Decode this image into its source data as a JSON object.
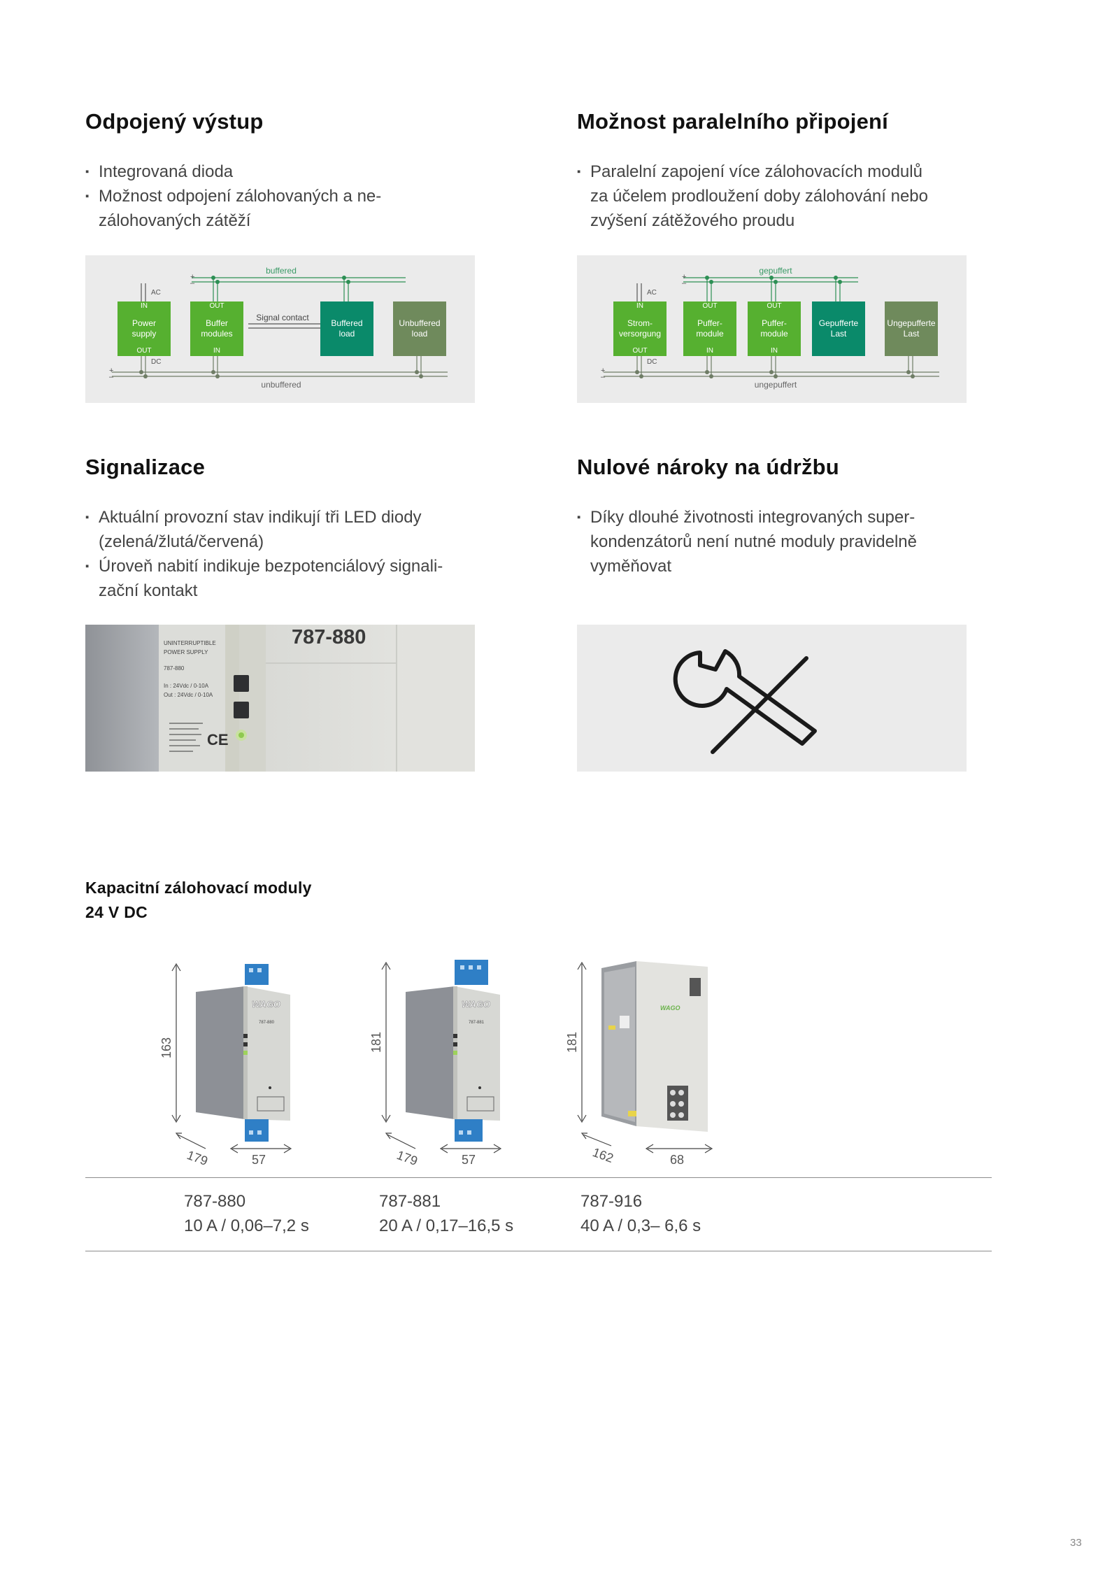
{
  "sections": {
    "odpojeny": {
      "title": "Odpojený výstup",
      "bullets": [
        "Integrovaná dioda",
        "Možnost odpojení zálohovaných a ne-",
        "zálohovaných zátěží"
      ]
    },
    "paralelni": {
      "title": "Možnost paralelního připojení",
      "bullets": [
        "Paralelní zapojení více zálohovacích modulů",
        "za účelem prodloužení doby zálohování nebo",
        "zvýšení zátěžového proudu"
      ]
    },
    "signalizace": {
      "title": "Signalizace",
      "bullets": [
        "Aktuální provozní stav indikují tři LED diody",
        "(zelená/žlutá/červená)",
        "Úroveň nabití indikuje bezpotenciálový signali-",
        "zační kontakt"
      ]
    },
    "udrzba": {
      "title": "Nulové nároky na údržbu",
      "bullets": [
        "Díky dlouhé životnosti integrovaných super-",
        "kondenzátorů není nutné moduly pravidelně",
        "vyměňovat"
      ]
    }
  },
  "diagram1": {
    "buffered": "buffered",
    "unbuffered": "unbuffered",
    "ac": "AC",
    "dc": "DC",
    "in": "IN",
    "out": "OUT",
    "plus": "+",
    "minus": "–",
    "power_supply": [
      "Power",
      "supply"
    ],
    "buffer_modules": [
      "Buffer",
      "modules"
    ],
    "signal_contact": "Signal contact",
    "buffered_load": [
      "Buffered",
      "load"
    ],
    "unbuffered_load": [
      "Unbuffered",
      "load"
    ]
  },
  "diagram2": {
    "gepuffert": "gepuffert",
    "ungepuffert": "ungepuffert",
    "ac": "AC",
    "dc": "DC",
    "in": "IN",
    "out": "OUT",
    "plus": "+",
    "minus": "–",
    "stromversorgung": [
      "Strom-",
      "versorgung"
    ],
    "puffermodule_1": [
      "Puffer-",
      "module"
    ],
    "puffermodule_2": [
      "Puffer-",
      "module"
    ],
    "gepufferte_last": [
      "Gepufferte",
      "Last"
    ],
    "ungepufferte_last": [
      "Ungepufferte",
      "Last"
    ]
  },
  "photo": {
    "part_number": "787-880",
    "label_lines": [
      "UNINTERRUPTIBLE",
      "POWER SUPPLY",
      "787-880",
      "In : 24Vdc / 0-10A",
      "Out : 24Vdc / 0-10A",
      "CE"
    ]
  },
  "products_heading": [
    "Kapacitní zálohovací moduly",
    "24 V DC"
  ],
  "products": [
    {
      "code": "787-880",
      "spec": "10 A / 0,06–7,2 s",
      "height": "163",
      "depth": "179",
      "width": "57",
      "brand": "WAGO",
      "tag": "787-880"
    },
    {
      "code": "787-881",
      "spec": "20 A / 0,17–16,5 s",
      "height": "181",
      "depth": "179",
      "width": "57",
      "brand": "WAGO",
      "tag": "787-881"
    },
    {
      "code": "787-916",
      "spec": "40 A / 0,3– 6,6 s",
      "height": "181",
      "depth": "162",
      "width": "68",
      "brand": "WAGO"
    }
  ],
  "page_number": "33",
  "colors": {
    "green": "#56b030",
    "teal": "#0a8a6a",
    "olive": "#6f8a5c",
    "line_green": "#2c8f54",
    "panel": "#ebebeb"
  }
}
